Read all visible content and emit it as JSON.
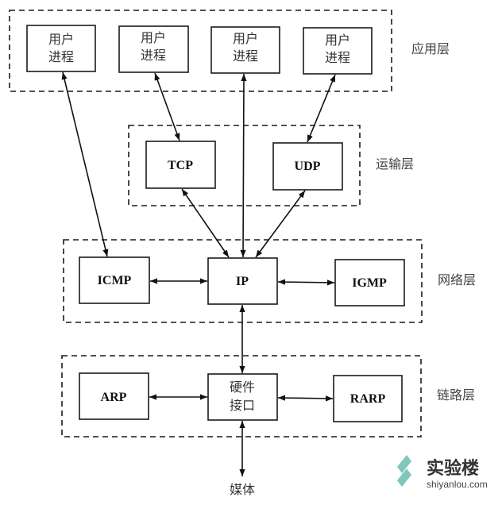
{
  "layers": [
    {
      "id": "application",
      "label": "应用层"
    },
    {
      "id": "transport",
      "label": "运输层"
    },
    {
      "id": "network",
      "label": "网络层"
    },
    {
      "id": "link",
      "label": "链路层"
    }
  ],
  "nodes": {
    "user1": {
      "line1": "用户",
      "line2": "进程"
    },
    "user2": {
      "line1": "用户",
      "line2": "进程"
    },
    "user3": {
      "line1": "用户",
      "line2": "进程"
    },
    "user4": {
      "line1": "用户",
      "line2": "进程"
    },
    "tcp": {
      "label": "TCP"
    },
    "udp": {
      "label": "UDP"
    },
    "icmp": {
      "label": "ICMP"
    },
    "ip": {
      "label": "IP"
    },
    "igmp": {
      "label": "IGMP"
    },
    "arp": {
      "label": "ARP"
    },
    "hw": {
      "line1": "硬件",
      "line2": "接口"
    },
    "rarp": {
      "label": "RARP"
    },
    "media": {
      "label": "媒体"
    }
  },
  "edges": [
    {
      "from": "user1",
      "to": "icmp",
      "direction": "both"
    },
    {
      "from": "user2",
      "to": "tcp",
      "direction": "both"
    },
    {
      "from": "user3",
      "to": "ip",
      "direction": "both"
    },
    {
      "from": "user4",
      "to": "udp",
      "direction": "both"
    },
    {
      "from": "tcp",
      "to": "ip",
      "direction": "both"
    },
    {
      "from": "udp",
      "to": "ip",
      "direction": "both"
    },
    {
      "from": "icmp",
      "to": "ip",
      "direction": "both"
    },
    {
      "from": "ip",
      "to": "igmp",
      "direction": "both"
    },
    {
      "from": "ip",
      "to": "hw",
      "direction": "both"
    },
    {
      "from": "arp",
      "to": "hw",
      "direction": "both"
    },
    {
      "from": "hw",
      "to": "rarp",
      "direction": "both"
    },
    {
      "from": "hw",
      "to": "media",
      "direction": "both"
    }
  ],
  "watermark": {
    "brand": "实验楼",
    "url": "shiyanlou.com",
    "color": "#7fc6bd"
  }
}
